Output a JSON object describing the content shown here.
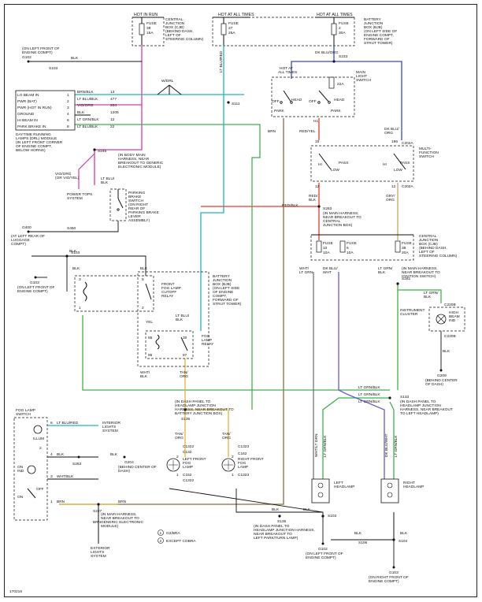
{
  "colors": {
    "violet_org": "#d63aa6",
    "lt_blu_red": "#1db3c4",
    "lt_grn_blk": "#3cb34a",
    "red_yel": "#e63b2e",
    "brn": "#8a6a3a",
    "dk_blu_org": "#3a4ac8",
    "tan_org": "#e3b23a",
    "dk_blu_wht": "#6a5acd",
    "gry_org": "#c7a36a",
    "black": "#111111",
    "wht_blk": "#777777"
  },
  "top": {
    "hot_in_run": "HOT IN RUN",
    "hot_all_1": "HOT AT ALL TIMES",
    "hot_all_2": "HOT AT ALL TIMES",
    "fuse39": [
      "FUSE",
      "39",
      "15A"
    ],
    "fuse27": [
      "FUSE",
      "27",
      "25A"
    ],
    "fuse2": [
      "FUSE",
      "2",
      "30A"
    ],
    "cjb_top": [
      "CENTRAL",
      "JUNCTION",
      "BOX (CJB)",
      "(BEHIND DASH,",
      "LEFT OF",
      "STEERING COLUMN)"
    ],
    "bjb_top": [
      "BATTERY",
      "JUNCTION",
      "BOX (BJB)",
      "(ON LEFT SIDE OF",
      "ENGINE COMPT,",
      "FORWARD OF",
      "STRUT TOWER)"
    ]
  },
  "drl": {
    "g102_loc": [
      "(ON LEFT FRONT OF",
      "ENGINE COMPT)"
    ],
    "g102": "G102",
    "s103a": "S103",
    "blk": "BLK",
    "pins": [
      "LO BEAM IN",
      "PWR (BAT)",
      "PWR (HOT IN RUN)",
      "GROUND",
      "HI BEAM IN",
      "PARK BRAKE IN"
    ],
    "pin_nums": [
      "1",
      "2",
      "3",
      "4",
      "6",
      "8"
    ],
    "wire_names": [
      "BRN/BLK",
      "LT BLU/BLK",
      "VIO/ORG",
      "BLK",
      "LT GRN/BLK",
      "LT BLU/BLK"
    ],
    "circuits": [
      "13",
      "477",
      "204",
      "1205",
      "12",
      "22"
    ],
    "label": [
      "DAYTIME RUNNING",
      "LAMPS (DRL) MODULE",
      "(IN LEFT FRONT CORNER",
      "OF ENGINE COMPT,",
      "BELOW HORNS)"
    ],
    "wdrl": "W/DRL"
  },
  "mid_labels": {
    "s246": "S246",
    "s246_desc": [
      "(IN BODY MAIN",
      "HARNESS, NEAR",
      "BREAKOUT TO GENERIC",
      "ELECTRONIC MODULE)"
    ],
    "vio_org": [
      "VIO/ORG",
      "(OR VIO/YEL)"
    ],
    "power_tops": [
      "POWER TOPS",
      "SYSTEM"
    ],
    "park_brake_sw": [
      "PARKING",
      "BRAKE",
      "SWITCH",
      "(ON RIGHT",
      "REAR OF",
      "PARKING BRAKE",
      "LEVER",
      "ASSEMBLY)"
    ],
    "lt_blu_blk": [
      "LT BLU/",
      "BLK"
    ],
    "g400": "G400",
    "g400_loc": [
      "(AT LEFT REAR OF",
      "LUGGAGE",
      "COMPT)"
    ],
    "s450": "S450",
    "s111": "S111",
    "lt_blu_red": "LT BLU/RED",
    "brn": "BRN"
  },
  "switch": {
    "hot_all": [
      "HOT AT",
      "ALL TIMES"
    ],
    "main_light": [
      "MAIN",
      "LIGHT",
      "SWITCH"
    ],
    "dk_blu_org": "DK BLU/ORG",
    "s233": "S233",
    "fuse_22a": "22A",
    "off1": "OFF",
    "head1": "HEAD",
    "park1": "PARK",
    "off2": "OFF",
    "head2": "HEAD",
    "park2": "PARK",
    "h1": "H1",
    "red_yel": "RED/YEL",
    "dk_blu_org2": [
      "DK BLU/",
      "ORG"
    ],
    "c202a": "C202A",
    "multi_fn": [
      "MULTI-",
      "FUNCTION",
      "SWITCH"
    ],
    "pass1": "PASS",
    "low1": "LOW",
    "hi1": "HI",
    "pass2": "PASS",
    "low2": "LOW",
    "hi2": "HI",
    "pin15": "15",
    "pin196": "196",
    "pin12": "12",
    "red_blk": "RED/BLK",
    "red_blk2": [
      "RED/",
      "BLK"
    ],
    "gry_org": [
      "GRY/",
      "ORG"
    ],
    "s263": "S263",
    "s263_desc": [
      "(IN MAIN HARNESS,",
      "NEAR BREAKOUT TO",
      "CENTRAL",
      "JUNCTION BOX)"
    ]
  },
  "cjb2": {
    "fuse10": [
      "FUSE",
      "10",
      "10A"
    ],
    "fuse6": [
      "FUSE",
      "6",
      "10A"
    ],
    "fuse38": [
      "FUSE",
      "38",
      "20A"
    ],
    "label": [
      "CENTRAL",
      "JUNCTION",
      "BOX (CJB)",
      "(BEHIND DASH,",
      "LEFT OF",
      "STEERING COLUMN)"
    ],
    "wht_lt_grn": [
      "WHT/",
      "LT GRN"
    ],
    "dk_blu_wht": [
      "DK BLU/",
      "WHT"
    ],
    "lt_grn_blk": [
      "LT GRN/",
      "BLK"
    ],
    "s281": "S281",
    "s281_desc": [
      "(IN MAIN HARNESS,",
      "NEAR BREAKOUT TO",
      "IGNITION SWITCH)"
    ]
  },
  "cluster": {
    "c220b": "C220B",
    "lt_grn_blk": [
      "LT GRN/",
      "BLK"
    ],
    "label": [
      "INSTRUMENT",
      "CLUSTER"
    ],
    "hibeam": [
      "HIGH",
      "BEAM",
      "IND"
    ],
    "g209": "G209",
    "g209_loc": [
      "(BEHIND CENTER",
      "OF DASH)"
    ],
    "blk": "BLK"
  },
  "fogrelay": {
    "s103": "S103",
    "blk": "BLK",
    "front_cutoff": [
      "FRONT",
      "FOG LAMP",
      "CUTOFF",
      "RELAY"
    ],
    "bjb": [
      "BATTERY",
      "JUNCTION",
      "BOX (BJB)",
      "(ON LEFT SIDE",
      "OF ENGINE",
      "COMPT,",
      "FORWARD OF",
      "STRUT TOWER)"
    ],
    "fog_relay": [
      "FOG",
      "LAMP",
      "RELAY"
    ],
    "g103": "G103",
    "g103_loc": [
      "(ON LEFT FRONT OF",
      "ENGINE COMPT)"
    ],
    "yel": "YEL",
    "lt_blu_blk": [
      "LT BLU/",
      "BLK"
    ],
    "pins": [
      "85",
      "30",
      "86",
      "87"
    ],
    "pins_top": [
      "3",
      "5",
      "1",
      "2"
    ],
    "wht_blk": [
      "WHT/",
      "BLK"
    ],
    "tan_org": [
      "TAN/",
      "ORG"
    ]
  },
  "bottom": {
    "s133": "S133",
    "s133_desc": [
      "(IN DASH PANEL TO",
      "HEADLAMP JUNCTION",
      "HARNESS, NEAR BREAKOUT",
      "TO LEFT HEADLAMP)"
    ],
    "lt_grn_blk_a": "LT GRN/BLK",
    "lt_grn_blk_b": "LT GRN/BLK",
    "lt_grn_blk_c": "LT GRN/BLK",
    "s136": "S136",
    "s136_desc": [
      "(IN DASH PANEL TO",
      "HEADLAMP JUNCTION",
      "HARNESS, NEAR BREAKOUT TO",
      "BATTERY JUNCTION BOX)"
    ],
    "tan_org1": [
      "TAN/",
      "ORG"
    ],
    "tan_org2": [
      "TAN/",
      "ORG"
    ],
    "c1322": "C1322",
    "c132": "C132",
    "c152": "C152",
    "c1322b": "C1322",
    "c1323": "C1323",
    "c162": "C162",
    "c1323b": "C1323",
    "left_fog": [
      "LEFT FRONT",
      "FOG",
      "LAMP"
    ],
    "right_fog": [
      "RIGHT FRONT",
      "FOG",
      "LAMP"
    ],
    "pin2a": "2",
    "pin1a": "1",
    "pin2b": "2",
    "pin1b": "1",
    "left_head": [
      "LEFT",
      "HEADLAMP"
    ],
    "right_head": [
      "RIGHT",
      "HEADLAMP"
    ],
    "wht_lt_grn_v": "WHT/LT GRN",
    "lt_grn_blk_v": "LT GRN/BLK",
    "dk_blu_wht_v": "DK BLU/WHT",
    "lt_grn_blk_v2": "LT GRN/BLK",
    "s103": "S103",
    "s135": "S135",
    "s135_desc": [
      "(IN DASH PANEL TO",
      "HEADLAMP JUNCTION HARNESS,",
      "NEAR BREAKOUT TO",
      "LEFT PARK/TURN LAMP)"
    ],
    "g102": "G102",
    "g102_loc": [
      "(ON LEFT FRONT OF",
      "ENGINE COMPT)"
    ],
    "s104": "S104",
    "s106": "S106",
    "g103": "G103",
    "g103_loc": [
      "(ON RIGHT FRONT OF",
      "ENGINE COMPT)"
    ],
    "blk": "BLK",
    "legend1": "G2/BRA",
    "legend2": "EXCEPT COBRA",
    "leg_n1": "1",
    "leg_n2": "2",
    "footer": "170216"
  },
  "fogsw": {
    "title": [
      "FOG LAMP",
      "SWITCH"
    ],
    "illum": "ILLUM",
    "on_ind": [
      "ON",
      "IND"
    ],
    "off": "OFF",
    "on": "ON",
    "pin6": "6",
    "pin4": "4",
    "pin3": "3",
    "pin1": "1",
    "pin2": "2",
    "lt_blu_red": "LT BLU/RED",
    "blk1": "BLK",
    "blk2": "BLK",
    "wht_blk": "WHT/BLK",
    "brn": "BRN",
    "interior": [
      "INTERIOR",
      "LIGHTS",
      "SYSTEM"
    ],
    "s283": "S283",
    "g204": "G204",
    "g204_loc": [
      "(BEHIND CENTER OF",
      "DASH)"
    ],
    "s227": "S227",
    "s227_desc": [
      "(IN MAIN HARNESS,",
      "NEAR BREAKOUT TO",
      "GENERIC ELECTRONIC",
      "MODULE)"
    ],
    "exterior": [
      "EXTERIOR",
      "LIGHTS",
      "SYSTEM"
    ],
    "brn2": "BRN"
  }
}
